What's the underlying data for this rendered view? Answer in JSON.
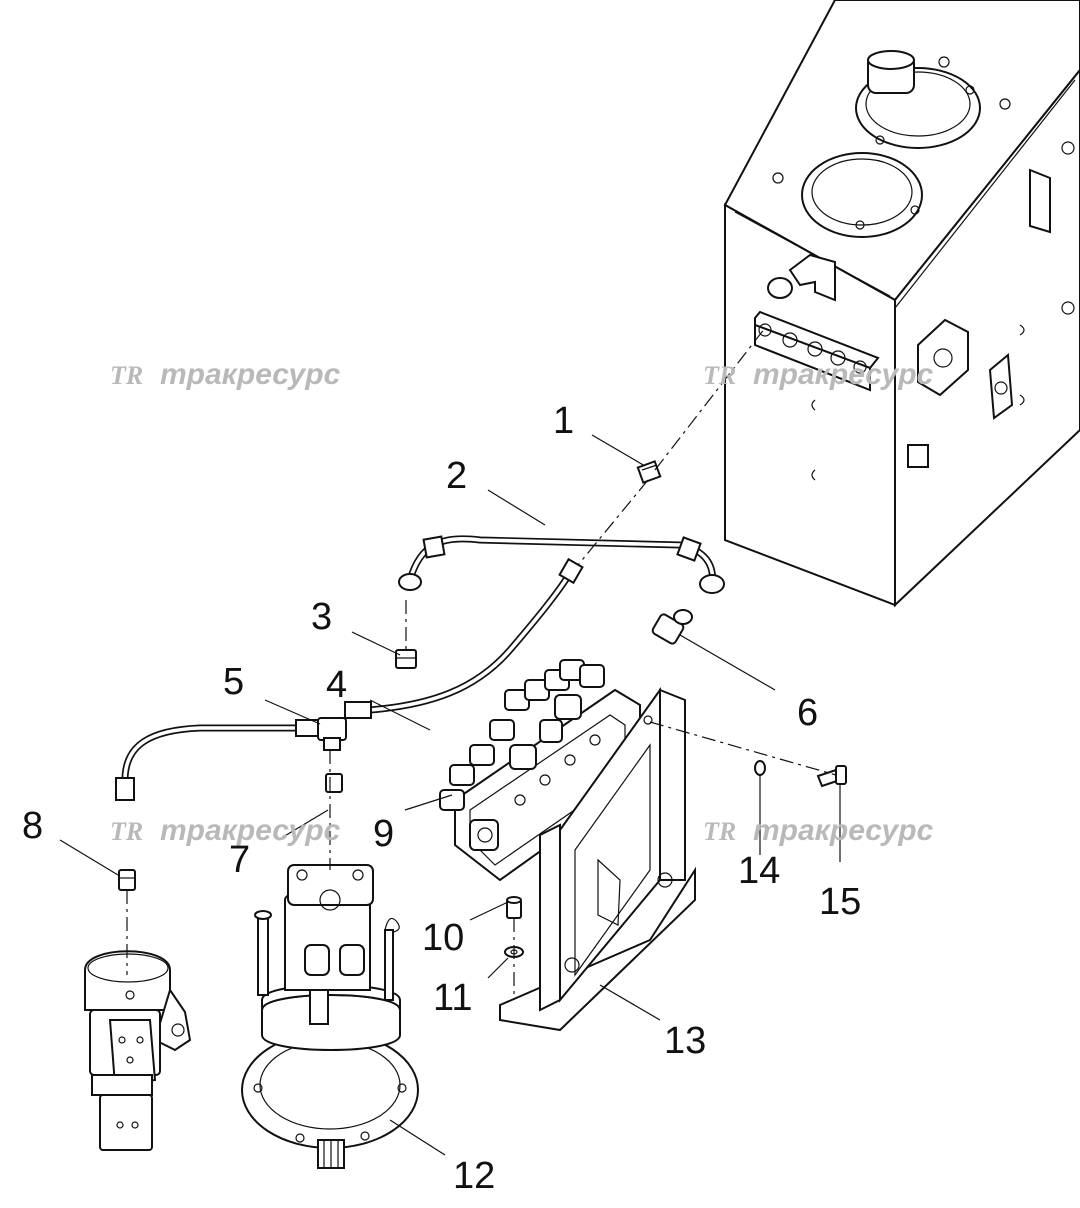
{
  "watermark": {
    "logo": "TR",
    "text": "тракресурс"
  },
  "callouts": [
    "1",
    "2",
    "3",
    "4",
    "5",
    "6",
    "7",
    "8",
    "9",
    "10",
    "11",
    "12",
    "13",
    "14",
    "15"
  ]
}
